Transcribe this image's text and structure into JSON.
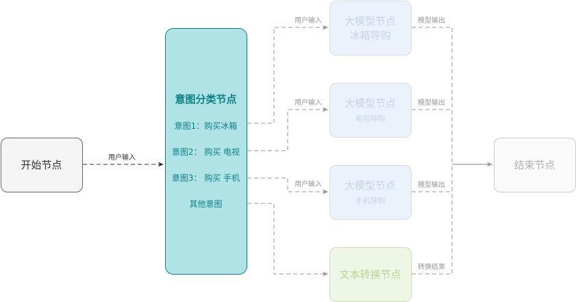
{
  "nodes": {
    "start": "开始节点",
    "intent": {
      "title": "意图分类节点",
      "options": [
        "意图1：购买冰箱",
        "意图2：  购买 电视",
        "意图3：  购买 手机",
        "其他意图"
      ]
    },
    "llm_fridge": {
      "line1": "大模型节点",
      "line2": "冰箱导购"
    },
    "llm_tv": {
      "line1": "大模型节点",
      "line2": "电视导购"
    },
    "llm_phone": {
      "line1": "大模型节点",
      "line2": "手机导购"
    },
    "convert": "文本转换节点",
    "end": "结束节点"
  },
  "edge_labels": {
    "start_to_intent": "用户输入",
    "to_llm_fridge": "用户输入",
    "to_llm_tv": "用户输入",
    "to_llm_phone": "用户输入",
    "from_llm_fridge": "模型输出",
    "from_llm_tv": "模型输出",
    "from_llm_phone": "模型输出",
    "from_convert": "转换结果"
  },
  "colors": {
    "start_fill": "#f5f5f5",
    "intent_fill": "#b0e3e6",
    "intent_stroke": "#0e8088",
    "llm_fill": "#ecf2fc",
    "convert_fill": "#eef7e6",
    "end_fill": "#fafafa",
    "edge": "#999999"
  }
}
